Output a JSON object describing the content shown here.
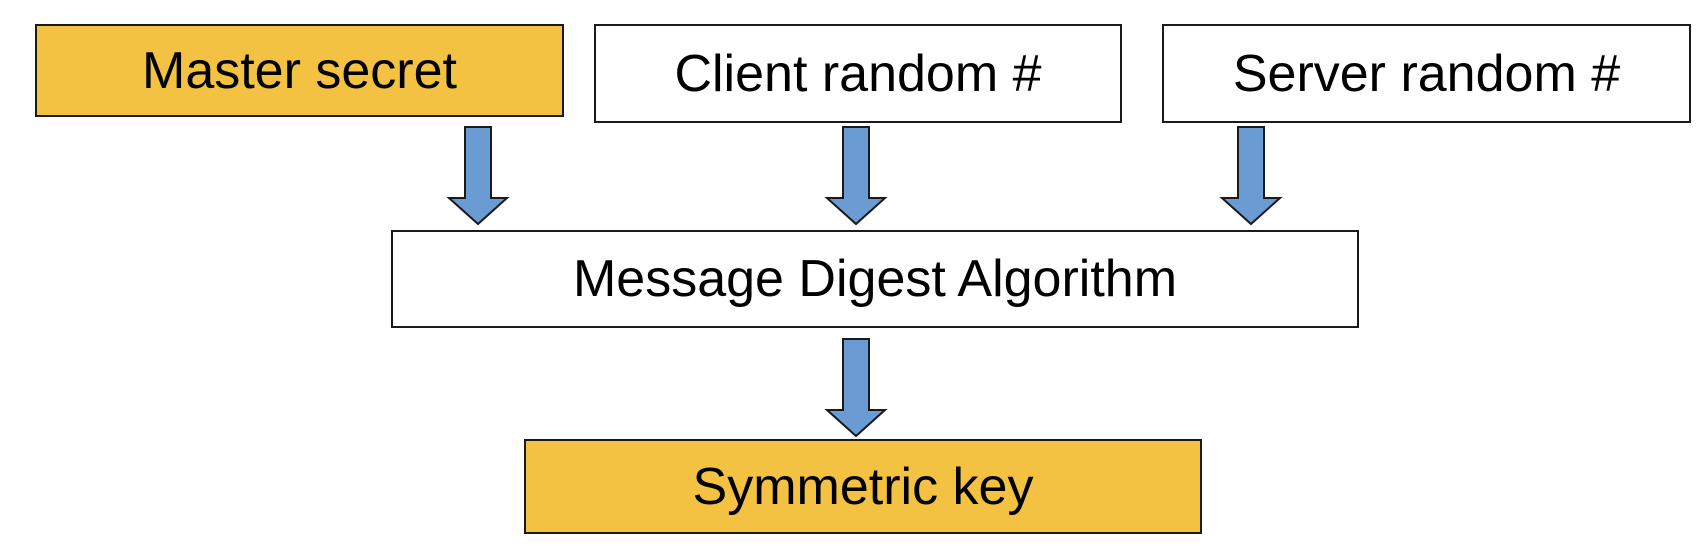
{
  "diagram": {
    "inputs": {
      "master_secret": "Master secret",
      "client_random": "Client random #",
      "server_random": "Server random #"
    },
    "process": "Message Digest Algorithm",
    "output": "Symmetric key",
    "colors": {
      "highlight_fill": "#F3C242",
      "arrow_fill": "#6A9BD3",
      "box_border": "#1a1a1a",
      "plain_fill": "#ffffff"
    },
    "edges": [
      {
        "from": "Master secret",
        "to": "Message Digest Algorithm"
      },
      {
        "from": "Client random #",
        "to": "Message Digest Algorithm"
      },
      {
        "from": "Server random #",
        "to": "Message Digest Algorithm"
      },
      {
        "from": "Message Digest Algorithm",
        "to": "Symmetric key"
      }
    ]
  }
}
